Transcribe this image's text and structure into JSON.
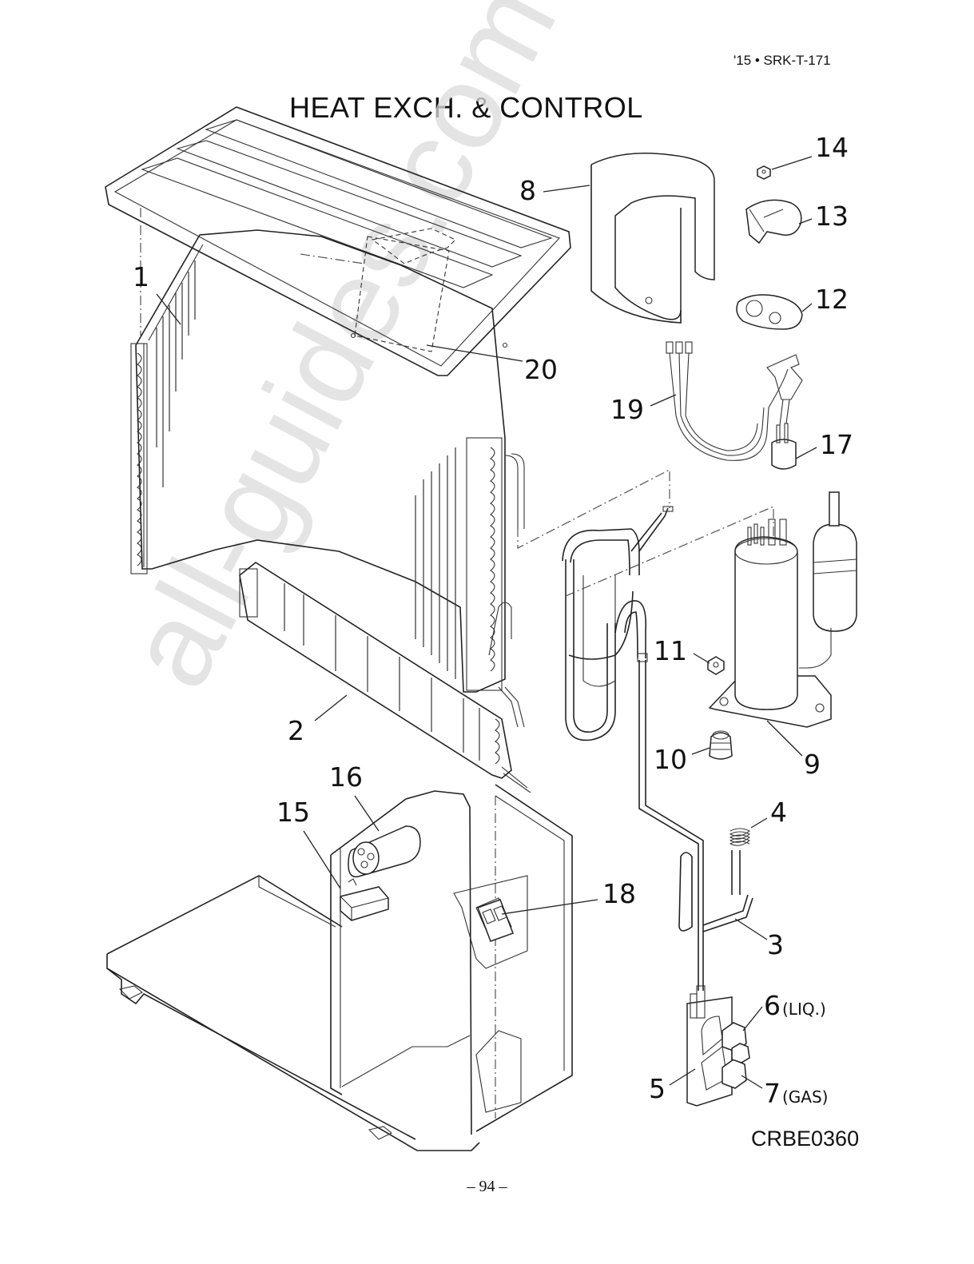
{
  "header": {
    "doc_code": "'15 • SRK-T-171"
  },
  "title": "HEAT EXCH. & CONTROL",
  "drawing_code": "CRBE0360",
  "page_number": "– 94 –",
  "watermark": "all-guides.com",
  "callouts": {
    "c1": "1",
    "c2": "2",
    "c3": "3",
    "c4": "4",
    "c5": "5",
    "c6": "6",
    "c6_note": "(LIQ.)",
    "c7": "7",
    "c7_note": "(GAS)",
    "c8": "8",
    "c9": "9",
    "c10": "10",
    "c11": "11",
    "c12": "12",
    "c13": "13",
    "c14": "14",
    "c15": "15",
    "c16": "16",
    "c17": "17",
    "c18": "18",
    "c19": "19",
    "c20": "20"
  }
}
